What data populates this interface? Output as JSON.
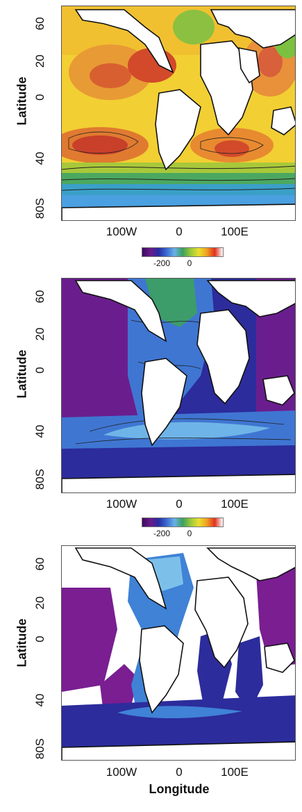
{
  "panels": [
    {
      "ylabel": "Latitude",
      "yticks": [
        "60",
        "20",
        "0",
        "40",
        "80S"
      ],
      "xticks": [
        "100W",
        "0",
        "100E"
      ],
      "colorbar": {
        "ticks": [
          "-200",
          "0"
        ]
      }
    },
    {
      "ylabel": "Latitude",
      "yticks": [
        "60",
        "20",
        "0",
        "40",
        "80S"
      ],
      "xticks": [
        "100W",
        "0",
        "100E"
      ],
      "colorbar": {
        "ticks": [
          "-200",
          "0"
        ]
      }
    },
    {
      "ylabel": "Latitude",
      "yticks": [
        "60",
        "20",
        "0",
        "40",
        "80S"
      ],
      "xticks": [
        "100W",
        "0",
        "100E"
      ],
      "xlabel": "Longitude"
    }
  ],
  "colors": {
    "colorbar": [
      "#3b0a5c",
      "#6a1a8a",
      "#2a2aa0",
      "#3a6ad0",
      "#6ab0e8",
      "#3aa060",
      "#9ac83a",
      "#e8e030",
      "#f0a020",
      "#e03020",
      "#ffffff"
    ],
    "panel1": {
      "ocean_warm": "#f0c030",
      "ocean_orange": "#e88a30",
      "ocean_red": "#d24a2a",
      "ocean_green": "#6cb44a",
      "ocean_blue": "#4aa0e0",
      "land": "#ffffff"
    },
    "panel2": {
      "deep_purple": "#6a1e8e",
      "deep_blue": "#2c2c9c",
      "mid_blue": "#3f76d2",
      "light_blue": "#6fb4e8",
      "green": "#3c9c6a",
      "land": "#ffffff"
    },
    "panel3": {
      "deep_purple": "#7a1e92",
      "deep_blue": "#2c2c9c",
      "mid_blue": "#3f82d6",
      "light_blue": "#7cc0ea",
      "land": "#ffffff"
    }
  }
}
